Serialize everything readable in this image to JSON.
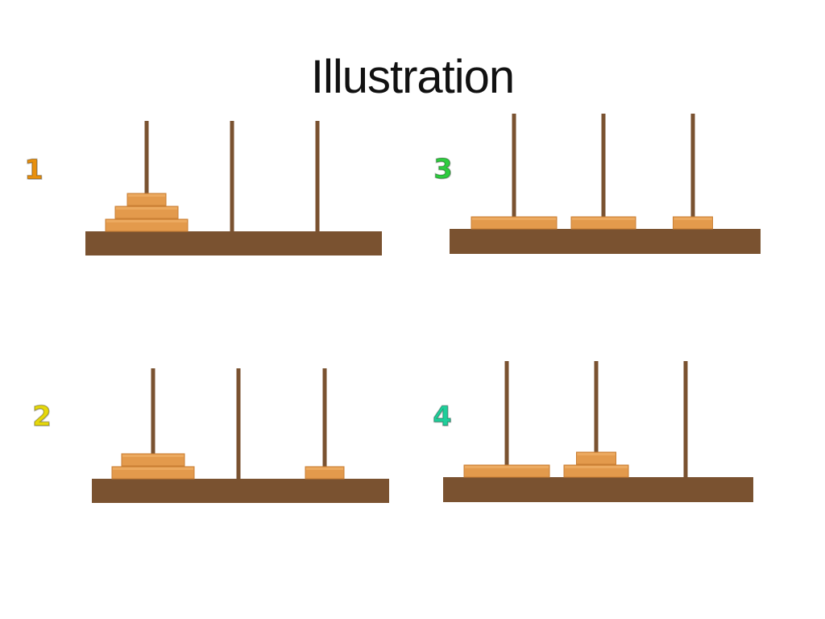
{
  "title": "Illustration",
  "colors": {
    "peg": "#7a5230",
    "base": "#7a5230",
    "disk": "#e39a4c",
    "disk_edge": "#c97f34"
  },
  "illustrations": [
    {
      "label": "1",
      "label_color": "#e8900e",
      "pegs": [
        {
          "disks": [
            3,
            2,
            1
          ]
        },
        {
          "disks": []
        },
        {
          "disks": []
        }
      ]
    },
    {
      "label": "2",
      "label_color": "#e6d80c",
      "pegs": [
        {
          "disks": [
            3,
            2
          ]
        },
        {
          "disks": []
        },
        {
          "disks": [
            1
          ]
        }
      ]
    },
    {
      "label": "3",
      "label_color": "#2ecc3f",
      "pegs": [
        {
          "disks": [
            3
          ]
        },
        {
          "disks": [
            2
          ]
        },
        {
          "disks": [
            1
          ]
        }
      ]
    },
    {
      "label": "4",
      "label_color": "#1fcf9a",
      "pegs": [
        {
          "disks": [
            3
          ]
        },
        {
          "disks": [
            2,
            1
          ]
        },
        {
          "disks": []
        }
      ]
    }
  ]
}
